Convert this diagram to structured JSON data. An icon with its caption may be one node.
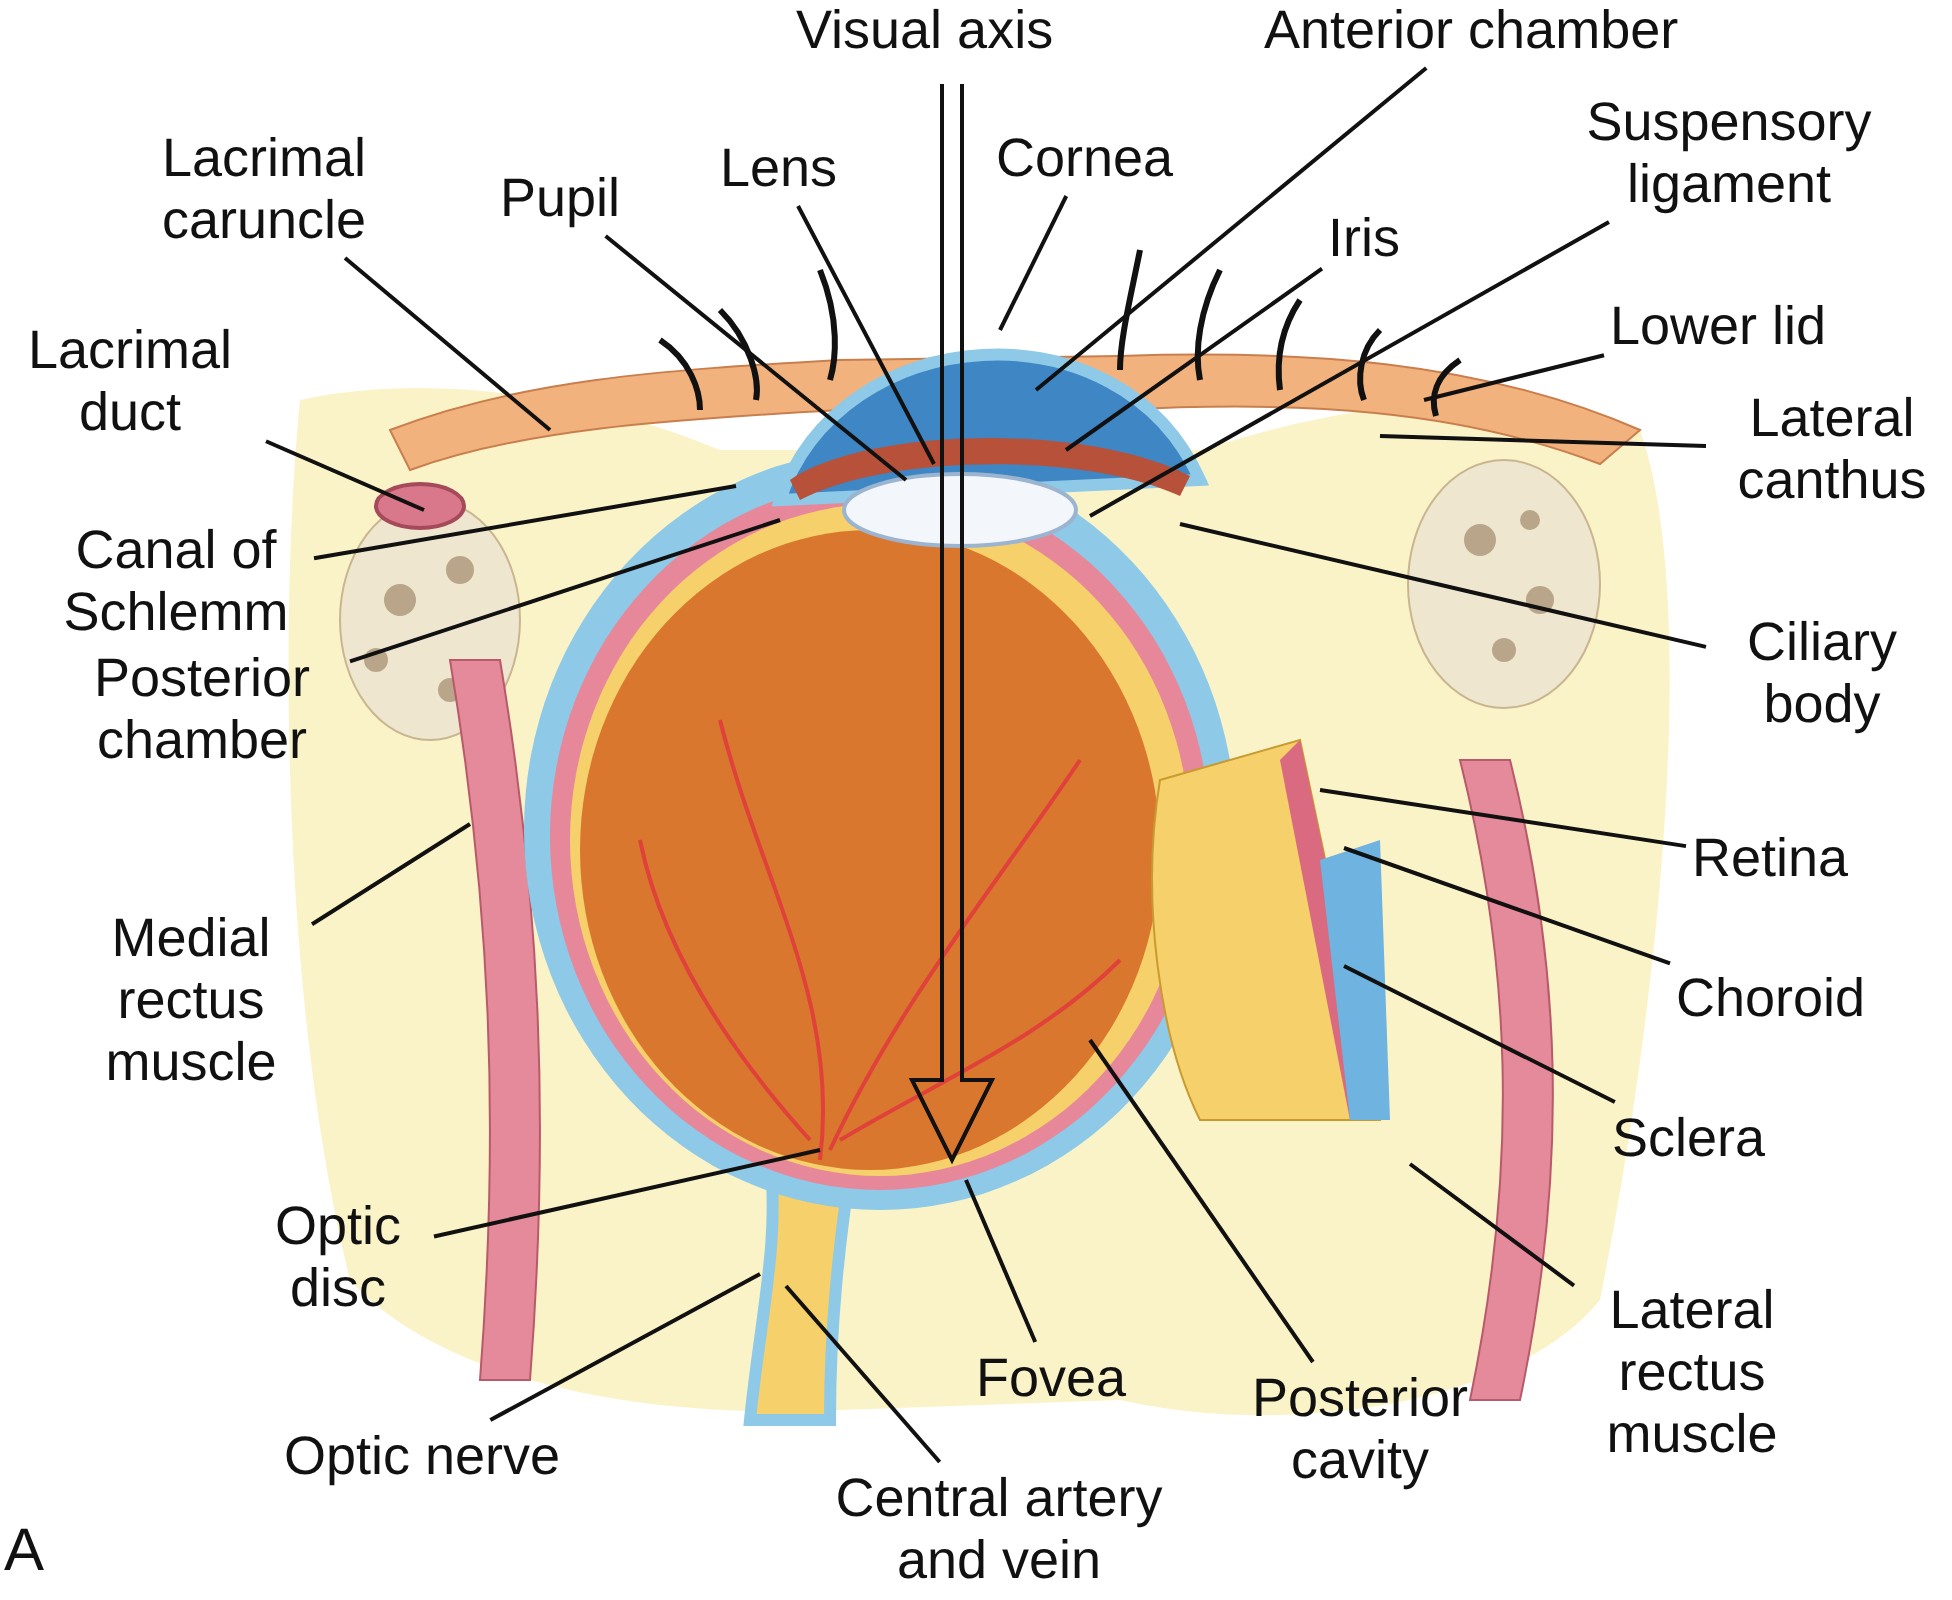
{
  "diagram": {
    "nodes": [
      {
        "text": [
          "Lacrimal caruncle"
        ]
      },
      {
        "text": [
          "Lacrimal duct"
        ]
      },
      {
        "text": [
          "Pupil"
        ]
      },
      {
        "text": [
          "Lens"
        ]
      },
      {
        "text": [
          "Cornea"
        ]
      },
      {
        "text": [
          "Anterior chamber"
        ]
      },
      {
        "text": [
          "Iris"
        ]
      },
      {
        "text": [
          "Suspensory ligament"
        ]
      },
      {
        "text": [
          "Lower lid"
        ]
      },
      {
        "text": [
          "Lateral canthus"
        ]
      },
      {
        "text": [
          "Canal of Schlemm"
        ]
      },
      {
        "text": [
          "Ciliary body"
        ]
      },
      {
        "text": [
          "Posterior chamber"
        ]
      },
      {
        "text": [
          "Retina"
        ]
      },
      {
        "text": [
          "Medial rectus muscle"
        ]
      },
      {
        "text": [
          "Choroid"
        ]
      },
      {
        "text": [
          "Sclera"
        ]
      },
      {
        "text": [
          "Optic disc"
        ]
      },
      {
        "text": [
          "Lateral rectus muscle"
        ]
      },
      {
        "text": [
          "Optic nerve"
        ]
      },
      {
        "text": [
          "Fovea"
        ]
      },
      {
        "text": [
          "Posterior cavity"
        ]
      },
      {
        "text": [
          "Central artery and vein"
        ]
      }
    ],
    "edges": [
      {
        "from": 0,
        "to": null,
        "arrow": "none"
      },
      {
        "from": 1,
        "to": null,
        "arrow": "none"
      },
      {
        "from": 2,
        "to": null,
        "arrow": "none"
      },
      {
        "from": 3,
        "to": null,
        "arrow": "none"
      },
      {
        "from": 4,
        "to": null,
        "arrow": "none"
      },
      {
        "from": 5,
        "to": null,
        "arrow": "none"
      },
      {
        "from": 6,
        "to": null,
        "arrow": "none"
      },
      {
        "from": 7,
        "to": null,
        "arrow": "none"
      },
      {
        "from": 8,
        "to": null,
        "arrow": "none"
      },
      {
        "from": 9,
        "to": null,
        "arrow": "none"
      },
      {
        "from": 10,
        "to": null,
        "arrow": "none"
      },
      {
        "from": 11,
        "to": null,
        "arrow": "none"
      },
      {
        "from": 12,
        "to": null,
        "arrow": "none"
      },
      {
        "from": 13,
        "to": null,
        "arrow": "none"
      },
      {
        "from": 14,
        "to": null,
        "arrow": "none"
      },
      {
        "from": 15,
        "to": null,
        "arrow": "none"
      },
      {
        "from": 16,
        "to": null,
        "arrow": "none"
      },
      {
        "from": 17,
        "to": null,
        "arrow": "none"
      },
      {
        "from": 18,
        "to": null,
        "arrow": "none"
      },
      {
        "from": 19,
        "to": null,
        "arrow": "none"
      },
      {
        "from": 20,
        "to": null,
        "arrow": "none"
      },
      {
        "from": 21,
        "to": null,
        "arrow": "none"
      },
      {
        "from": 22,
        "to": null,
        "arrow": "none"
      }
    ],
    "labels": [
      "Visual axis",
      "A"
    ]
  }
}
